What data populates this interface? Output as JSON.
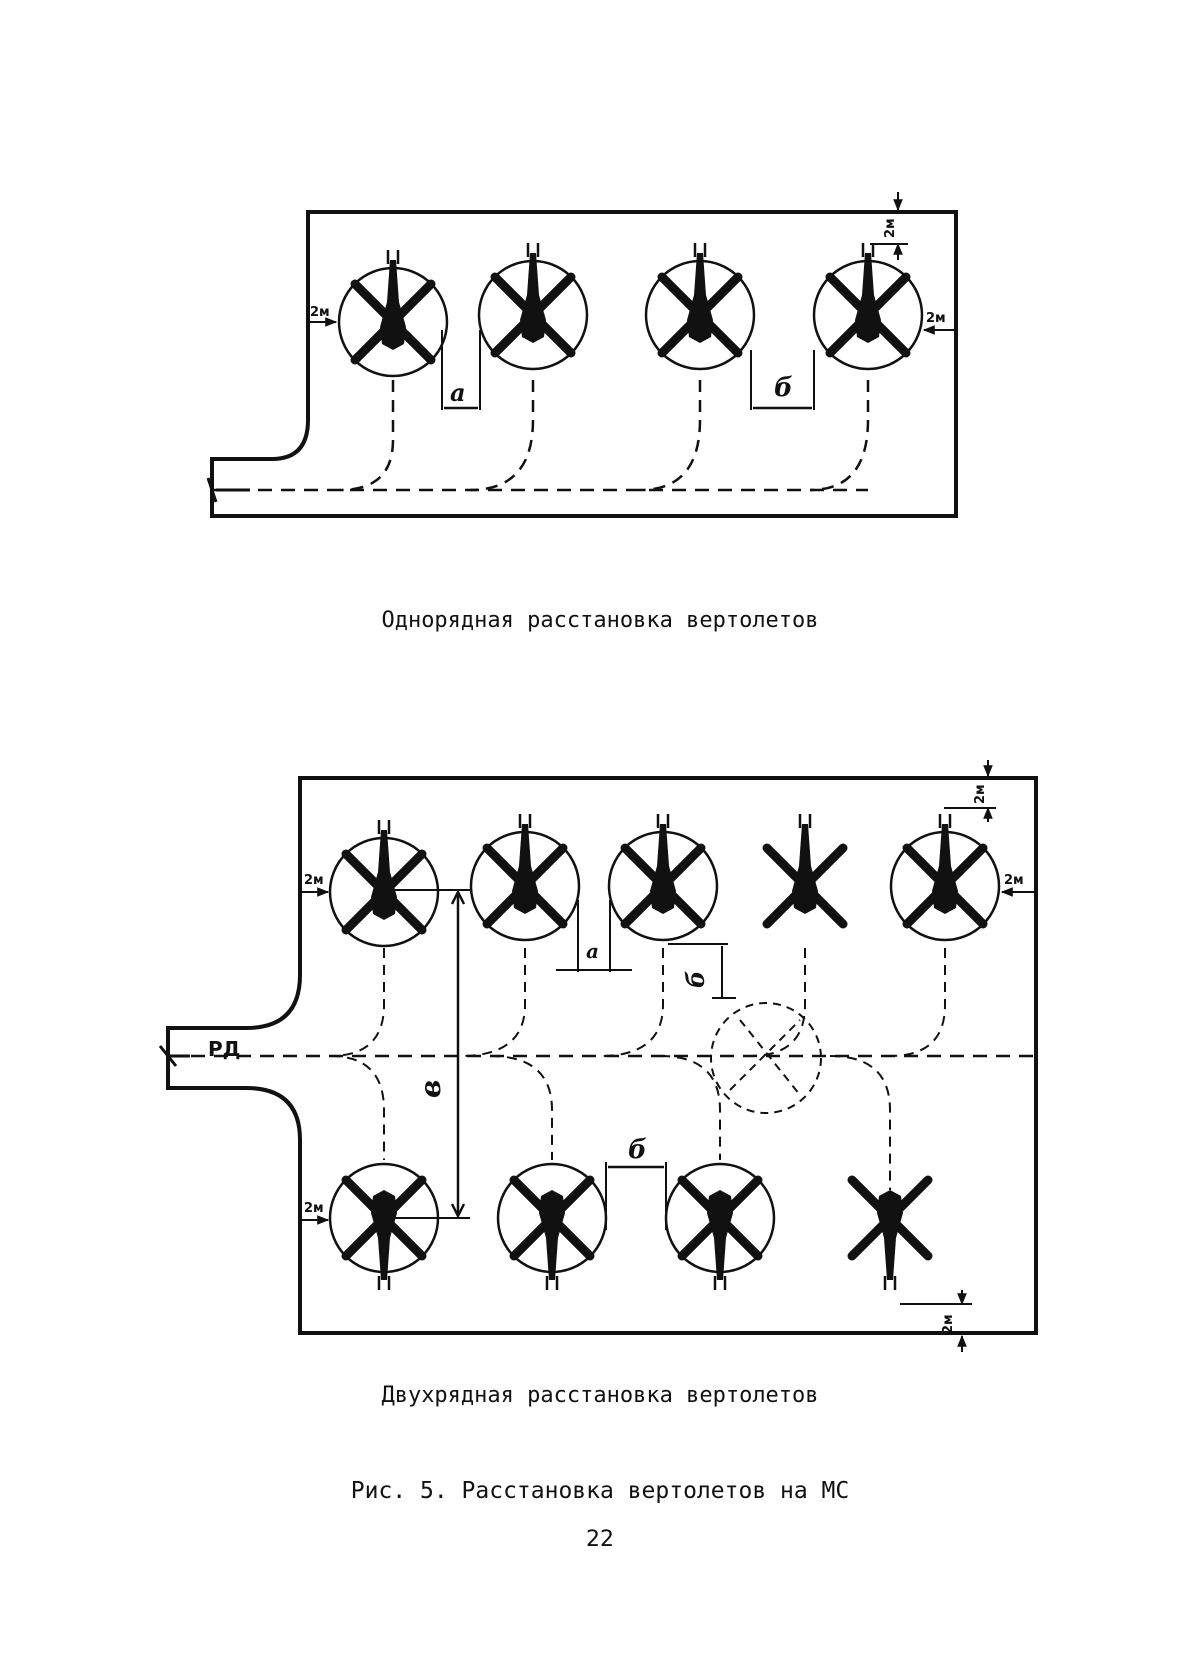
{
  "diagram_single_row": {
    "caption": "Однорядная расстановка вертолетов",
    "spacing_label_a": "а",
    "spacing_label_b": "б",
    "clearance_label": "2м",
    "helicopter_count": 4
  },
  "diagram_double_row": {
    "caption": "Двухрядная расстановка вертолетов",
    "taxiway_label": "РД",
    "spacing_label_a": "а",
    "spacing_label_b": "б",
    "spacing_label_v": "в",
    "clearance_label": "2м",
    "top_row_count": 5,
    "bottom_row_count": 4
  },
  "figure_caption": "Рис. 5. Расстановка вертолетов на МС",
  "page_number": "22"
}
